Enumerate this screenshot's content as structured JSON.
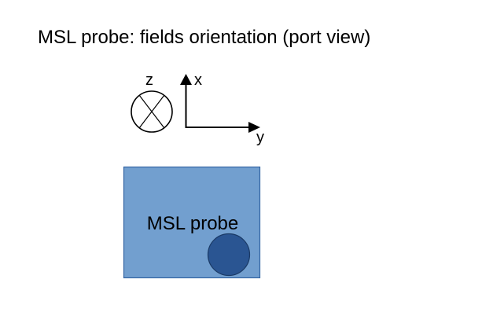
{
  "title": "MSL probe: fields orientation (port view)",
  "axes": {
    "z_label": "z",
    "x_label": "x",
    "y_label": "y"
  },
  "probe": {
    "label": "MSL probe"
  },
  "colors": {
    "probe_fill": "#729fcf",
    "probe_border": "#3465a4",
    "port_fill": "#2a5592",
    "port_border": "#1a3a66",
    "axis": "#000000"
  }
}
